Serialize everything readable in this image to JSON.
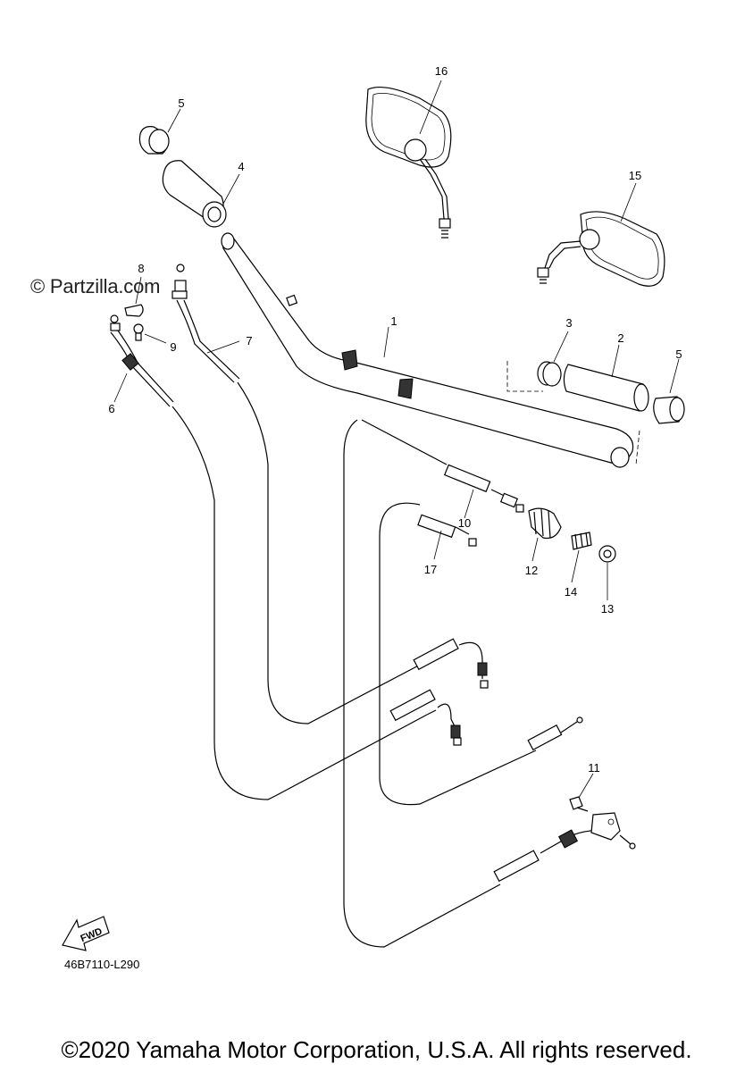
{
  "watermark": "© Partzilla.com",
  "diagram_code": "46B7110-L290",
  "copyright": "©2020 Yamaha Motor Corporation, U.S.A. All rights reserved.",
  "fwd_label": "FWD",
  "part_labels": {
    "p1": "1",
    "p2": "2",
    "p3": "3",
    "p4": "4",
    "p5a": "5",
    "p5b": "5",
    "p6": "6",
    "p7": "7",
    "p8": "8",
    "p9": "9",
    "p10": "10",
    "p11": "11",
    "p12": "12",
    "p13": "13",
    "p14": "14",
    "p15": "15",
    "p16": "16",
    "p17": "17"
  }
}
